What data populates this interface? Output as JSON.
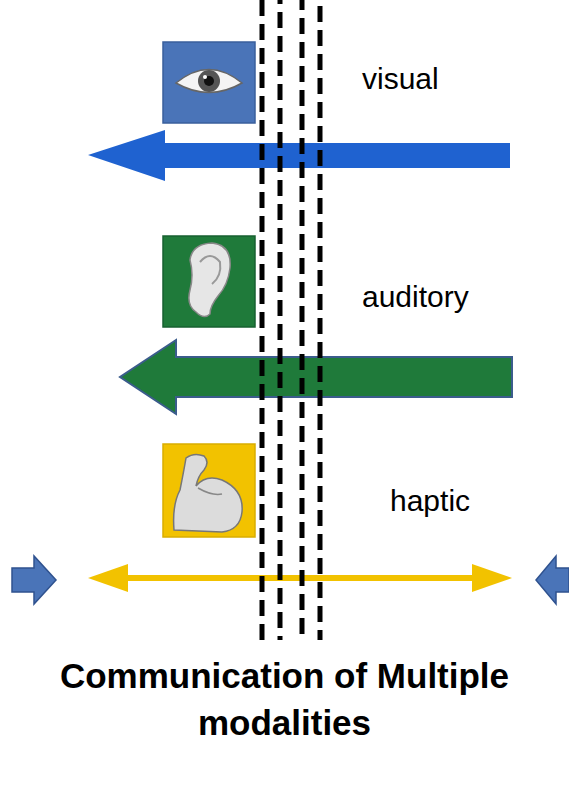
{
  "diagram": {
    "caption": "Communication of Multiple modalities",
    "labels": [
      "visual",
      "auditory",
      "haptic"
    ]
  }
}
